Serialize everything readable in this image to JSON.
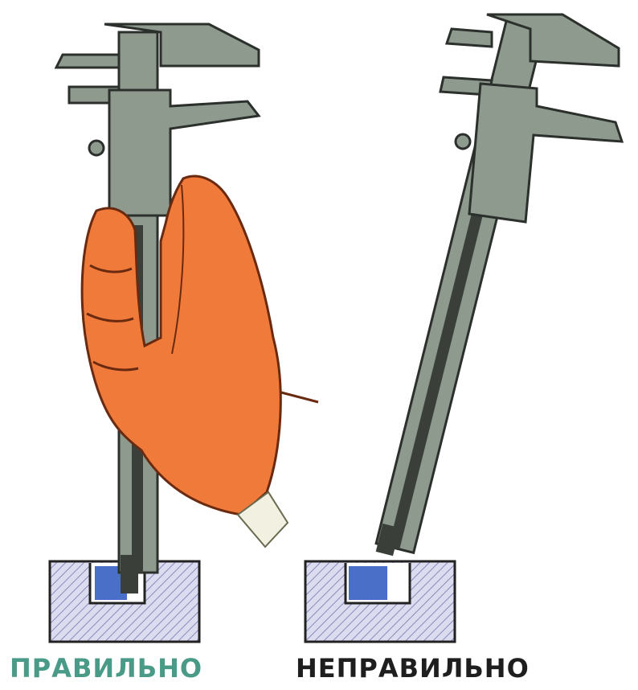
{
  "captions": {
    "correct": "ПРАВИЛЬНО",
    "incorrect": "НЕПРАВИЛЬНО"
  },
  "colors": {
    "caliper_body": "#8e9a8e",
    "caliper_dark": "#3a3f3a",
    "hand": "#f07a3a",
    "part_hatch": "#c9c9e6",
    "hole_fill": "#4a6fc8",
    "correct_caption": "#4a9a88",
    "incorrect_caption": "#1e1e1e"
  },
  "panels": [
    {
      "name": "correct",
      "caliper_tilt": "vertical",
      "held_by_hand": true
    },
    {
      "name": "incorrect",
      "caliper_tilt": "tilted",
      "held_by_hand": false
    }
  ]
}
